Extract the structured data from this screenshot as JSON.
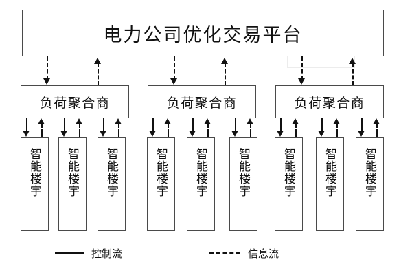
{
  "diagram": {
    "title_box": {
      "label": "电力公司优化交易平台"
    },
    "aggregators": [
      {
        "label": "负荷聚合商"
      },
      {
        "label": "负荷聚合商"
      },
      {
        "label": "负荷聚合商"
      }
    ],
    "buildings": [
      {
        "label": "智能楼宇"
      },
      {
        "label": "智能楼宇"
      },
      {
        "label": "智能楼宇"
      },
      {
        "label": "智能楼宇"
      },
      {
        "label": "智能楼宇"
      },
      {
        "label": "智能楼宇"
      },
      {
        "label": "智能楼宇"
      },
      {
        "label": "智能楼宇"
      },
      {
        "label": "智能楼宇"
      }
    ],
    "legend": {
      "control_flow_label": "控制流",
      "information_flow_label": "信息流"
    },
    "colors": {
      "stroke": "#111111",
      "box_border": "#4a4a4a",
      "background": "#ffffff",
      "ghost_artifact": "#ececec"
    }
  }
}
